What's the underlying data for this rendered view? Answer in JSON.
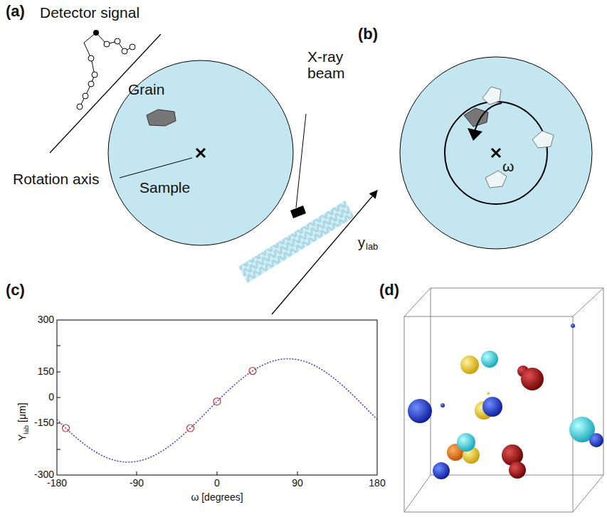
{
  "diagram": {
    "labels": [
      "(a)",
      "Detector signal",
      "Grain",
      "X-ray beam",
      "(b)",
      "Rotation axis",
      "Sample",
      "y",
      "lab",
      "ω",
      "(c)",
      "(d)",
      "300",
      "150",
      "0",
      "-150",
      "-300",
      "-180",
      "-90",
      "0",
      "90",
      "180",
      "Y",
      "lab",
      "[μm]",
      "ω [degrees]"
    ]
  }
}
